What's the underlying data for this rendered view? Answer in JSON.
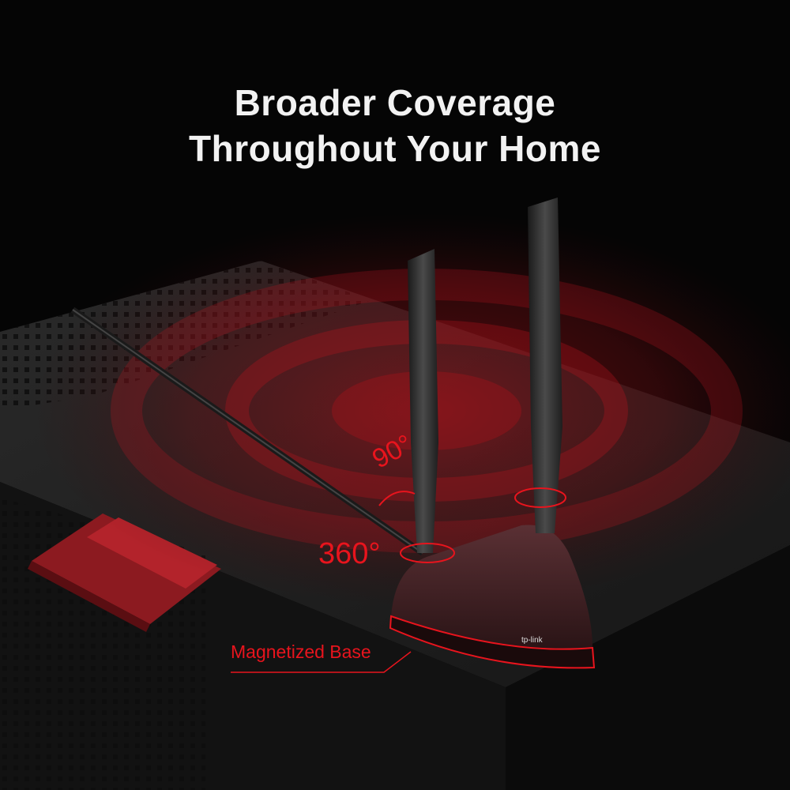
{
  "headline": {
    "line1": "Broader Coverage",
    "line2": "Throughout Your Home"
  },
  "callouts": {
    "tilt": "90°",
    "rotate": "360°",
    "base": "Magnetized Base"
  },
  "brand": {
    "logo_text": "tp-link"
  },
  "colors": {
    "accent": "#e8141d",
    "background": "#050505",
    "text": "#f2f2f2"
  }
}
